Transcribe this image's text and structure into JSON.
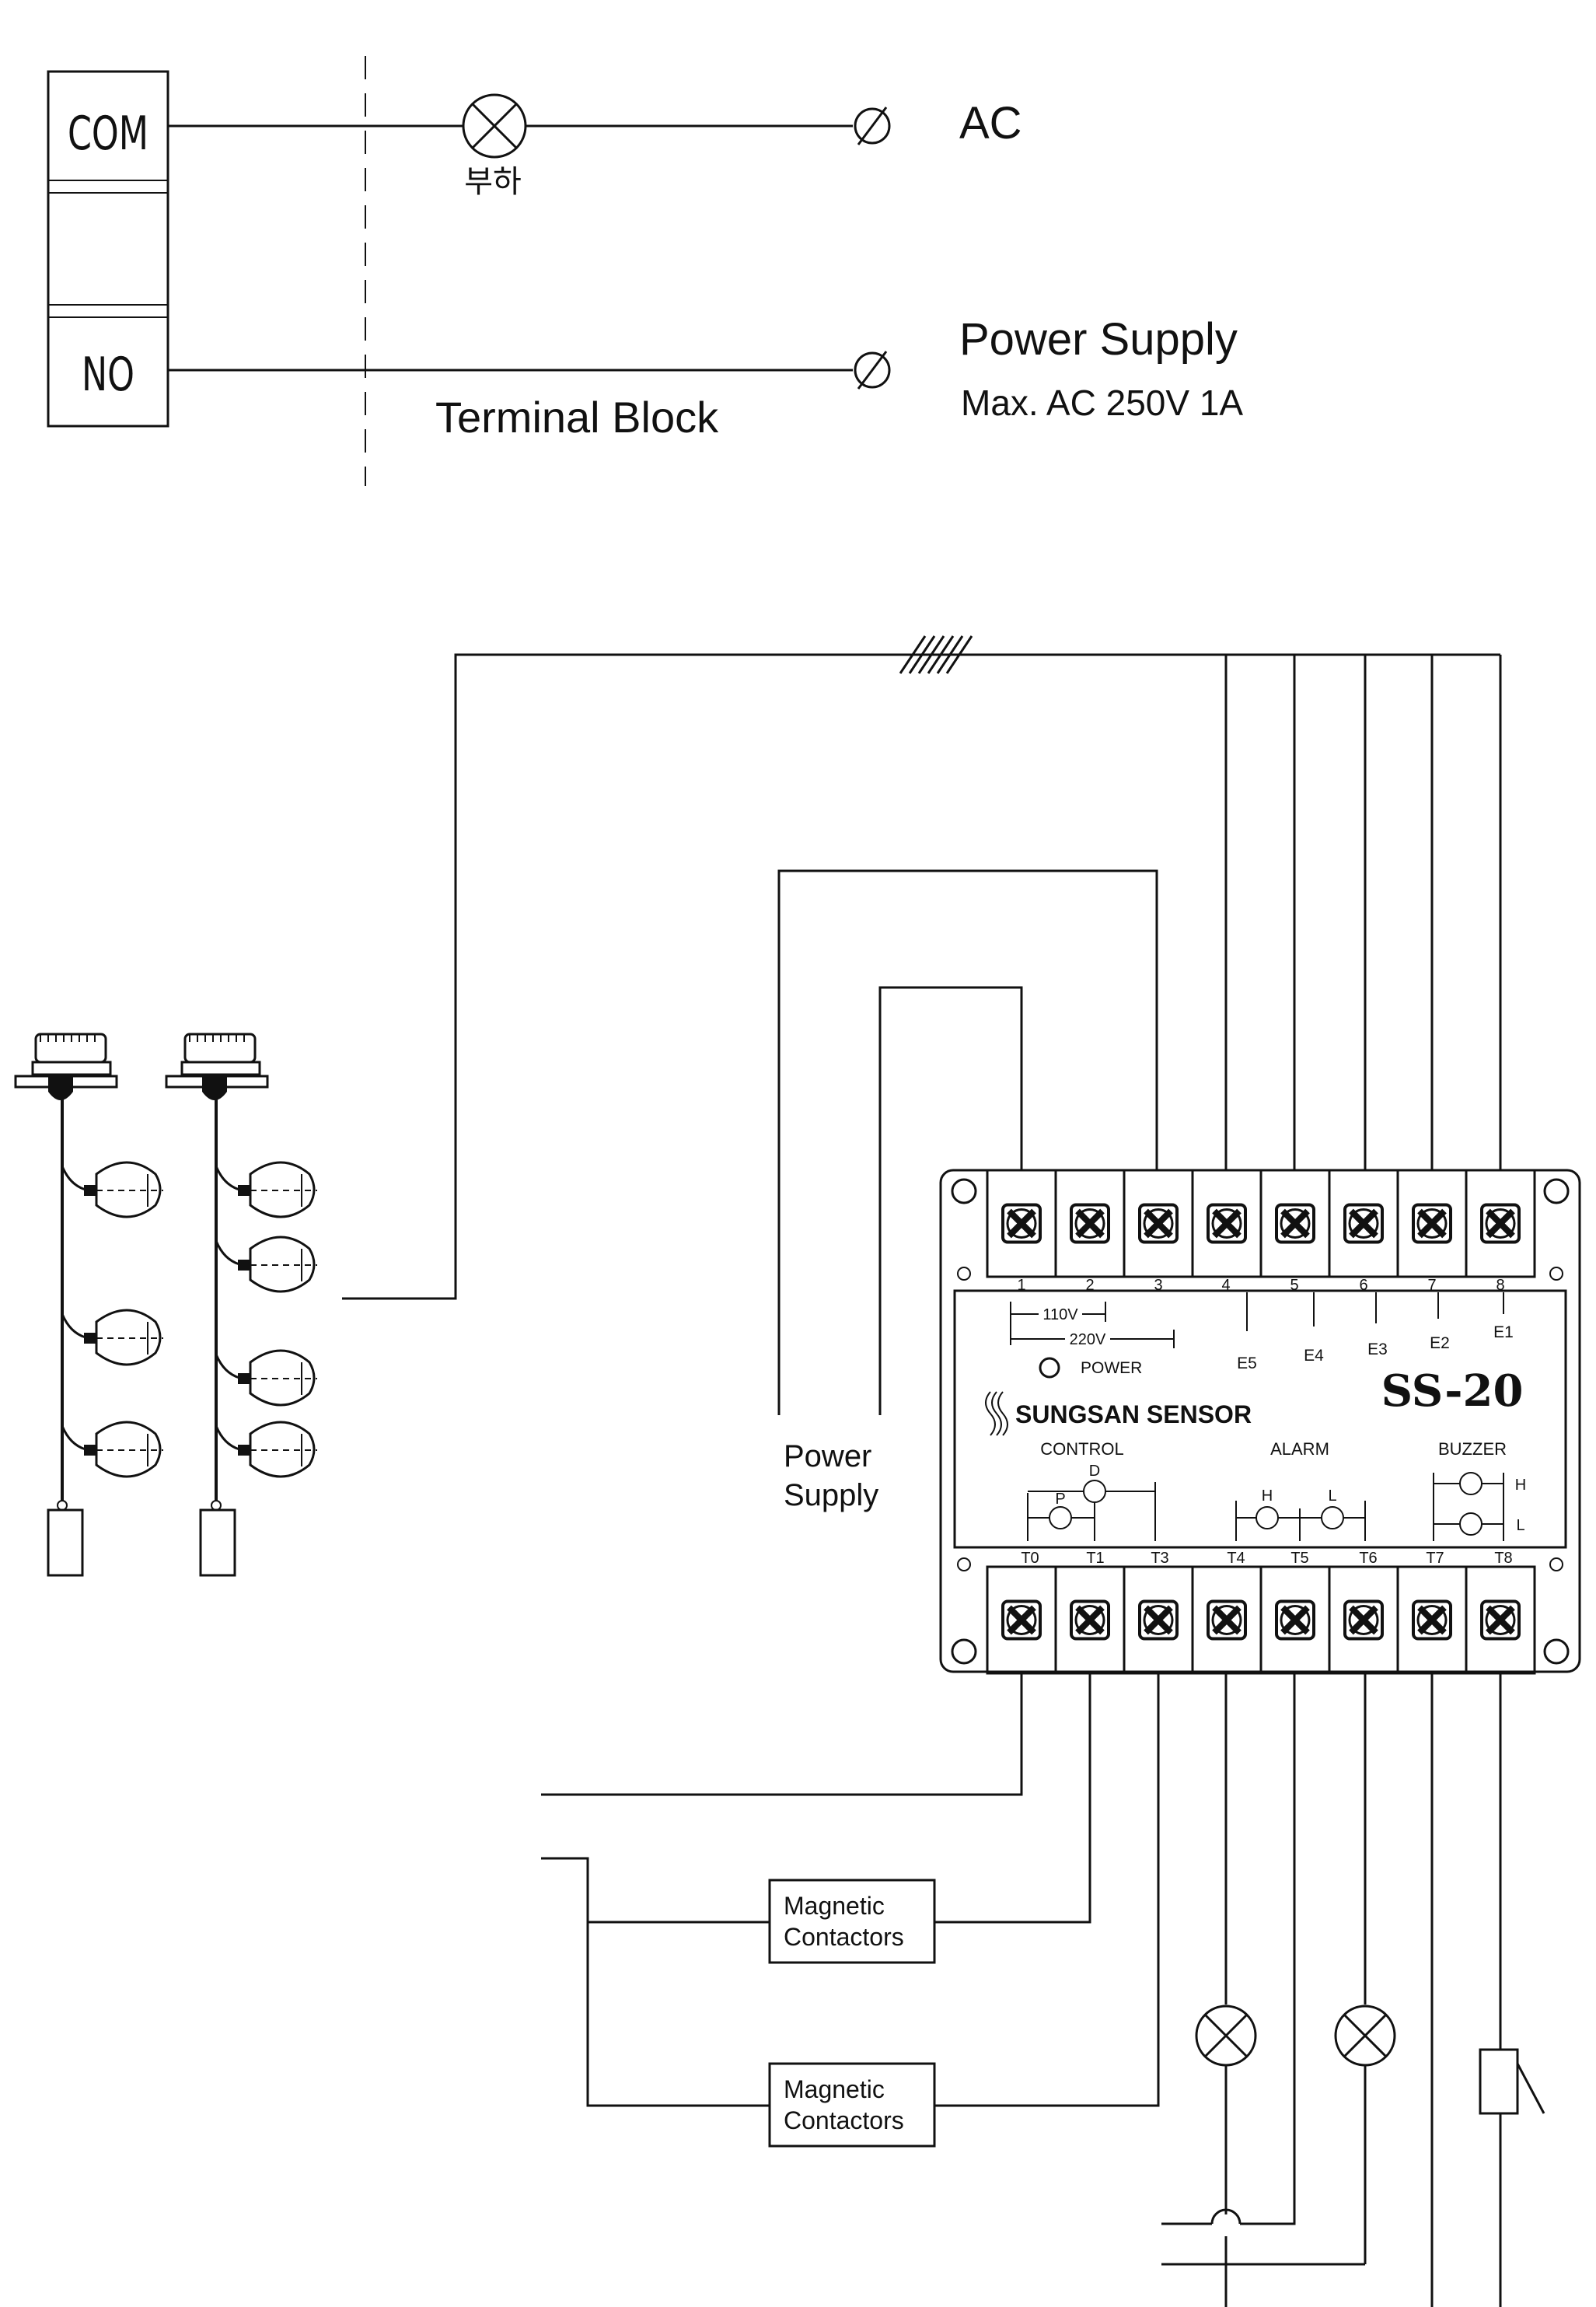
{
  "relay": {
    "com_label": "COM",
    "no_label": "NO",
    "load_label": "부하",
    "terminal_block_label": "Terminal Block",
    "ac_label": "AC",
    "power_supply_label": "Power Supply",
    "power_spec_label": "Max. AC 250V 1A"
  },
  "controller": {
    "model": "SS-20",
    "brand": "SUNGSAN SENSOR",
    "power_led_label": "POWER",
    "v110_label": "110V",
    "v220_label": "220V",
    "top_terminals": [
      "1",
      "2",
      "3",
      "4",
      "5",
      "6",
      "7",
      "8"
    ],
    "electrodes": [
      "E5",
      "E4",
      "E3",
      "E2",
      "E1"
    ],
    "bottom_terminals": [
      "T0",
      "T1",
      "T3",
      "T4",
      "T5",
      "T6",
      "T7",
      "T8"
    ],
    "control_label": "CONTROL",
    "control_d": "D",
    "control_p": "P",
    "alarm_label": "ALARM",
    "alarm_h": "H",
    "alarm_l": "L",
    "buzzer_label": "BUZZER",
    "buzzer_h": "H",
    "buzzer_l": "L"
  },
  "power_supply": {
    "line1": "Power",
    "line2": "Supply"
  },
  "contactors": [
    {
      "line1": "Magnetic",
      "line2": "Contactors"
    },
    {
      "line1": "Magnetic",
      "line2": "Contactors"
    }
  ]
}
